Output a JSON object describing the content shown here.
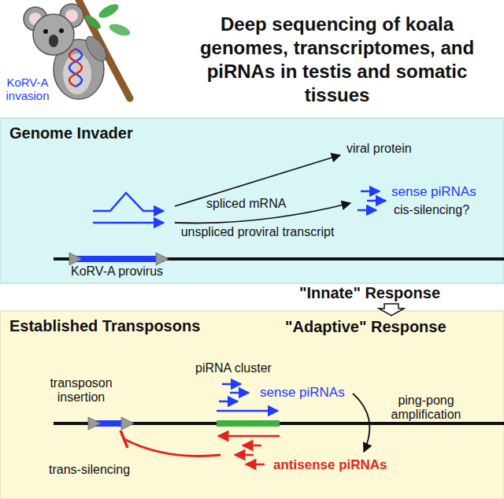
{
  "diagram": {
    "title": "Deep sequencing of koala genomes, transcriptomes, and piRNAs in testis and somatic tissues",
    "nodes": [
      {
        "text": [
          "Genome Invader"
        ]
      },
      {
        "text": [
          "Established Transposons"
        ]
      }
    ],
    "labels": [
      "KoRV-A invasion",
      "viral protein",
      "spliced mRNA",
      "sense piRNAs",
      "cis-silencing?",
      "unspliced proviral transcript",
      "KoRV-A provirus",
      "\"Innate\" Response",
      "\"Adaptive\" Response",
      "piRNA cluster",
      "sense piRNAs",
      "transposon insertion",
      "ping-pong amplification",
      "trans-silencing",
      "antisense piRNAs"
    ]
  }
}
